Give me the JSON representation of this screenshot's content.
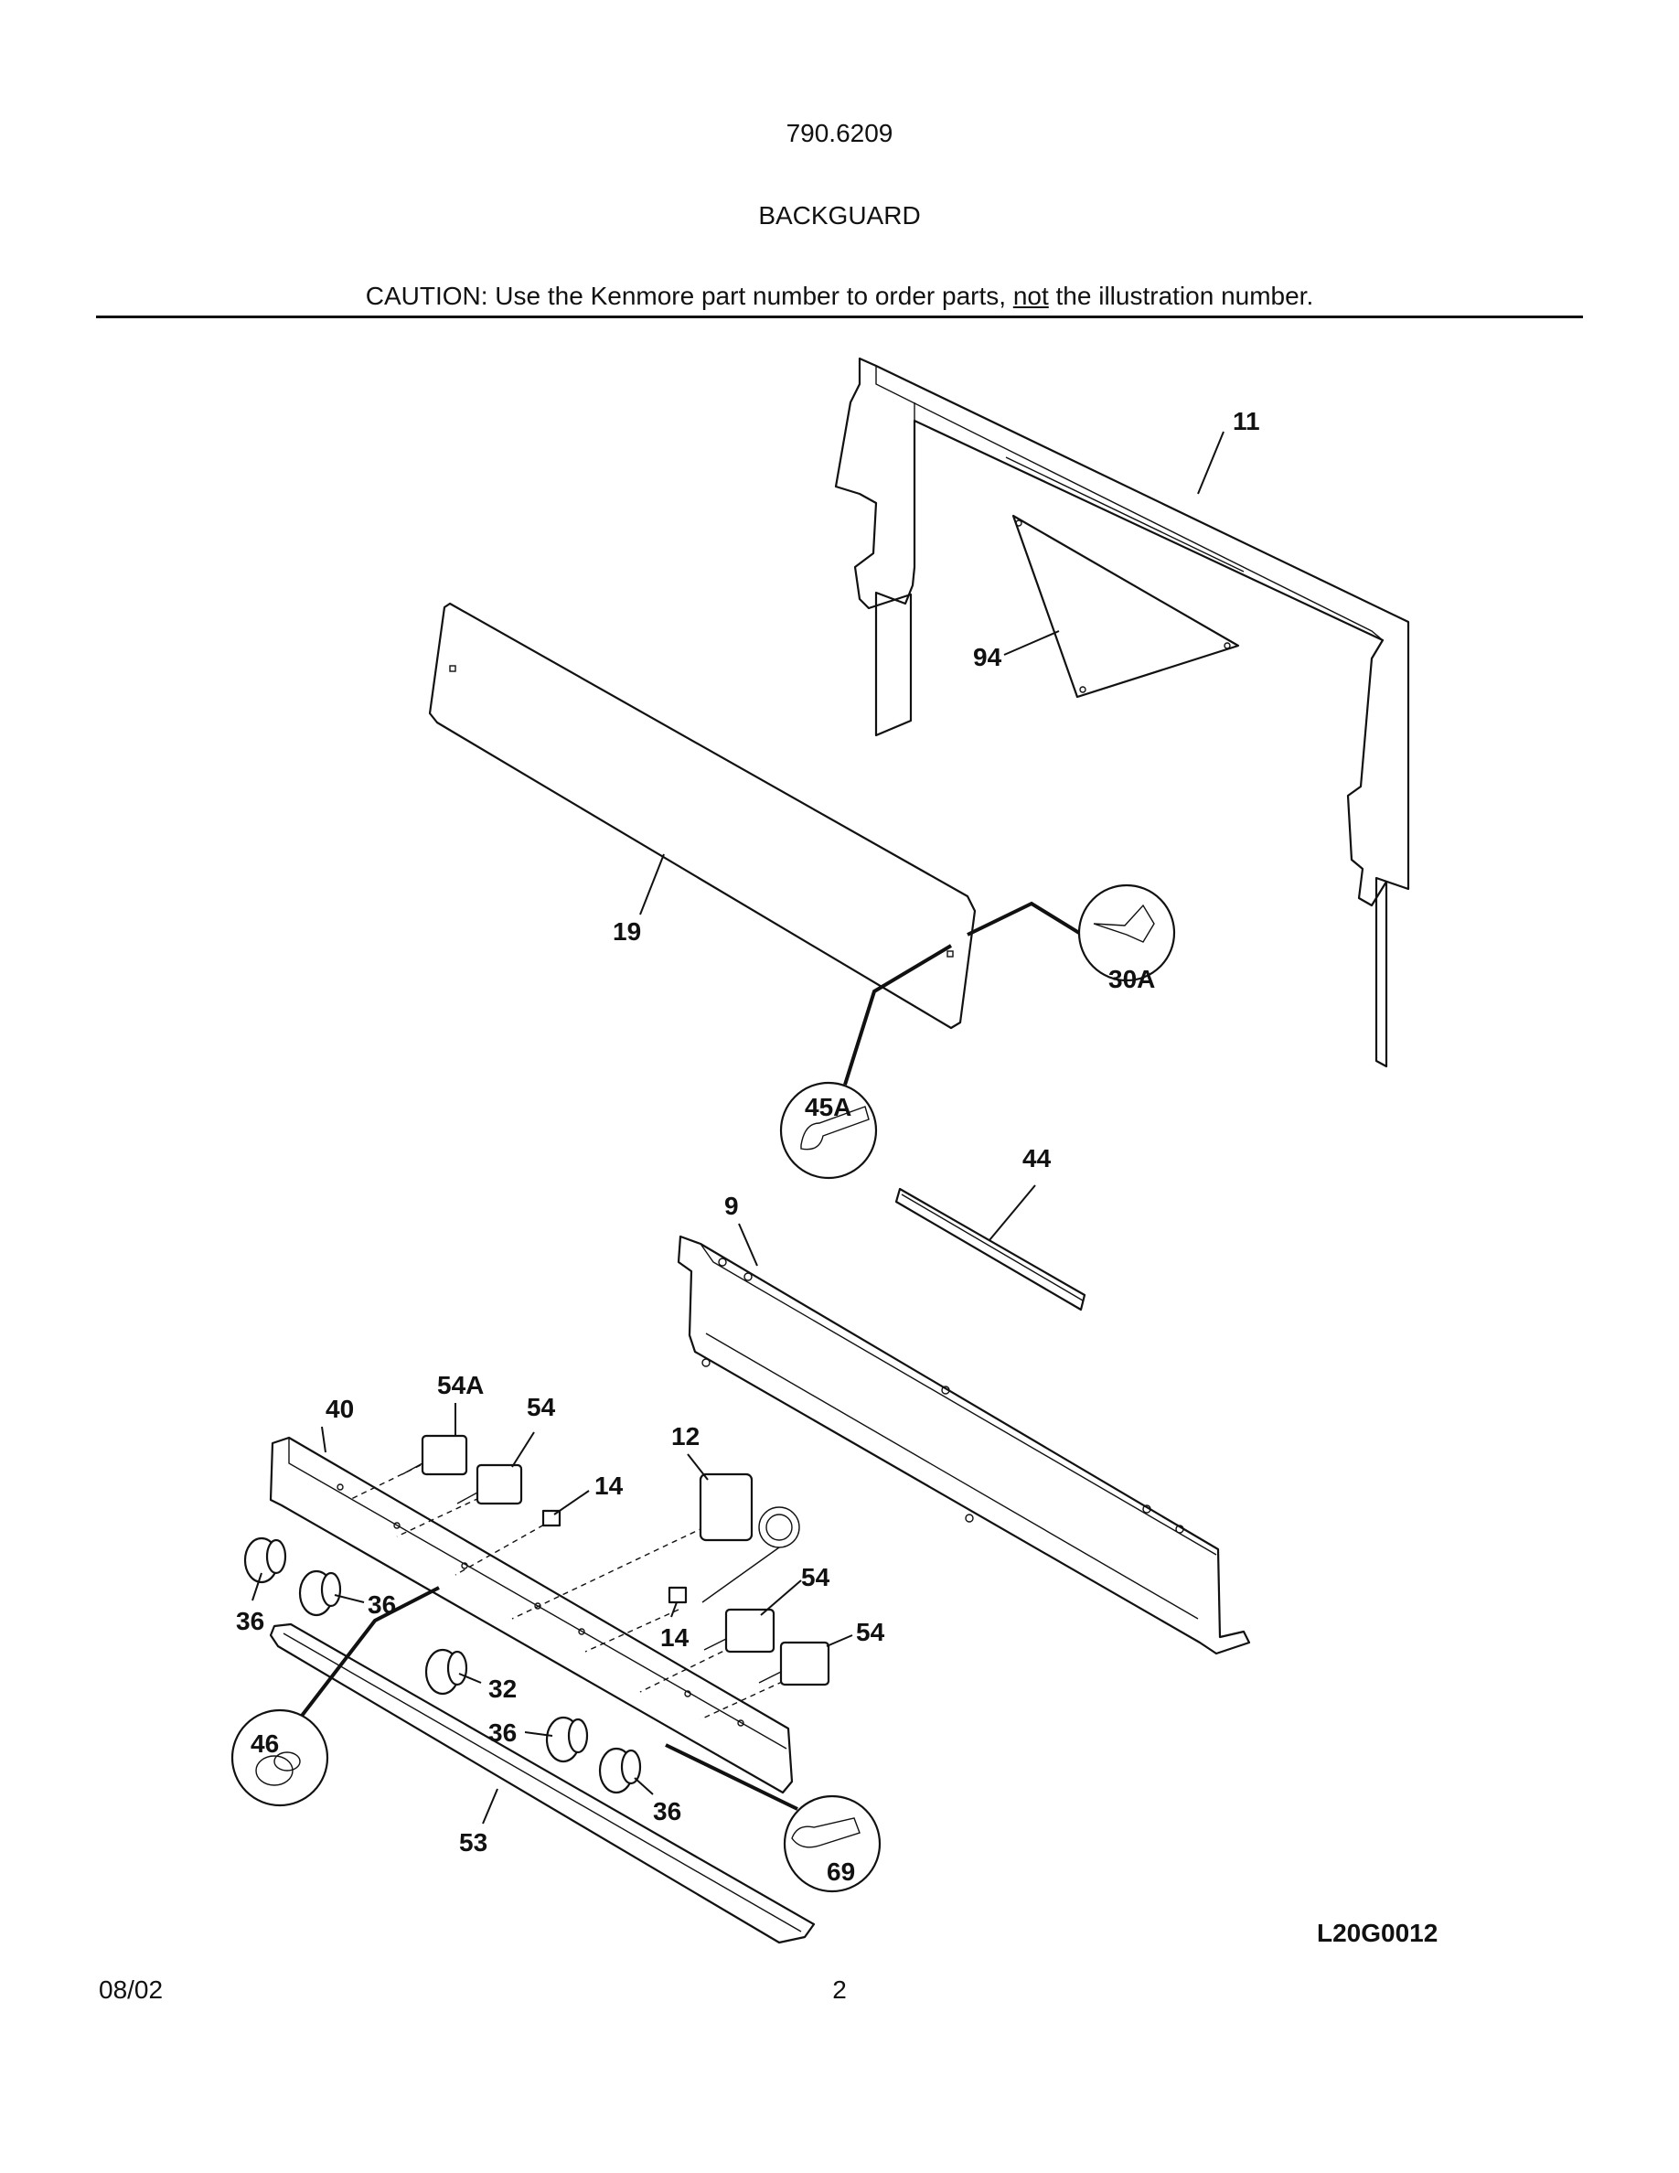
{
  "header": {
    "model_number": "790.6209",
    "section_title": "BACKGUARD",
    "caution_prefix": "CAUTION: Use the Kenmore part number to order parts, ",
    "caution_emphasis": "not",
    "caution_suffix": " the illustration number."
  },
  "callouts": {
    "c11": "11",
    "c94": "94",
    "c19": "19",
    "c30A": "30A",
    "c45A": "45A",
    "c44": "44",
    "c9": "9",
    "c54A": "54A",
    "c40": "40",
    "c54a": "54",
    "c12": "12",
    "c14a": "14",
    "c14b": "14",
    "c54b": "54",
    "c54c": "54",
    "c36a": "36",
    "c36b": "36",
    "c36c": "36",
    "c36d": "36",
    "c32": "32",
    "c46": "46",
    "c53": "53",
    "c69": "69"
  },
  "footer": {
    "drawing_code": "L20G0012",
    "date": "08/02",
    "page_number": "2"
  }
}
